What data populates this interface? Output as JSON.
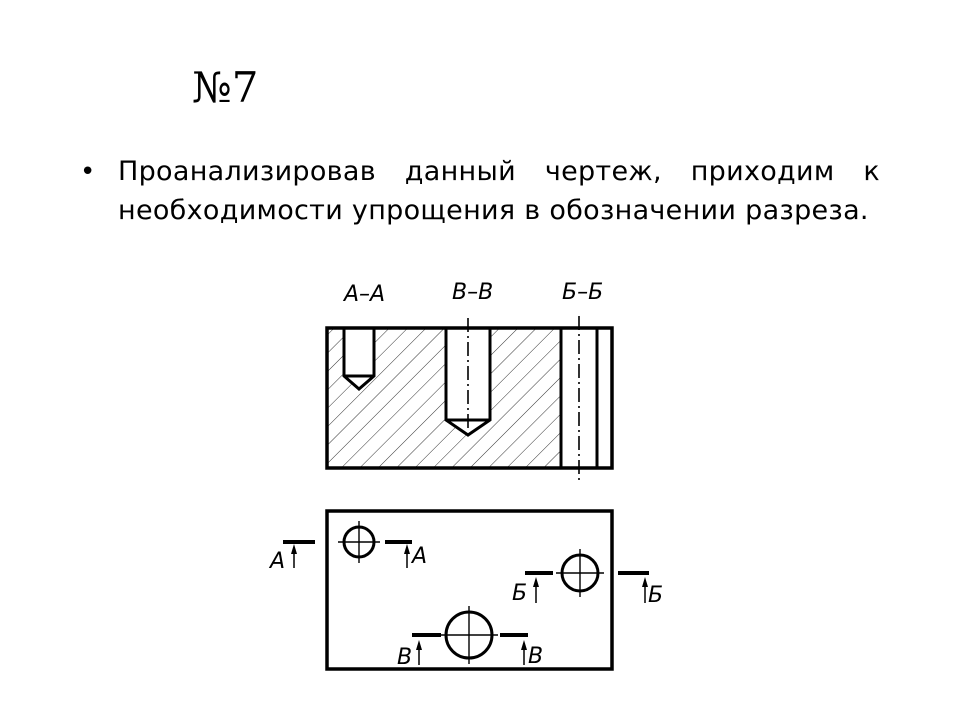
{
  "slide": {
    "title": "№7",
    "bullet": "Проанализировав данный чертеж, приходим к необходимости упрощения в обозначении разреза."
  },
  "drawing": {
    "section_titles": [
      "А–А",
      "В–В",
      "Б–Б"
    ],
    "plan_marks": {
      "a_left": "А",
      "a_right": "А",
      "b_left": "Б",
      "b_right": "Б",
      "v_left": "В",
      "v_right": "В"
    }
  }
}
